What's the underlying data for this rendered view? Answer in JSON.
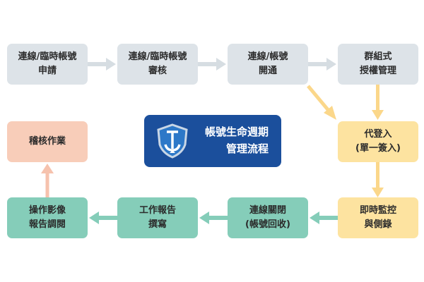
{
  "steps": [
    {
      "line1": "連線/臨時帳號",
      "line2": "申請"
    },
    {
      "line1": "連線/臨時帳號",
      "line2": "審核"
    },
    {
      "line1": "連線/帳號",
      "line2": "開通"
    },
    {
      "line1": "群組式",
      "line2": "授權管理"
    },
    {
      "line1": "代登入",
      "line2": "(單一簽入)"
    },
    {
      "line1": "即時監控",
      "line2": "與側錄"
    },
    {
      "line1": "連線關閉",
      "line2": "(帳號回收)"
    },
    {
      "line1": "工作報告",
      "line2": "撰寫"
    },
    {
      "line1": "操作影像",
      "line2": "報告調閱"
    },
    {
      "line1": "稽核作業"
    }
  ],
  "badge": {
    "line1": "帳號生命週期",
    "line2": "管理流程"
  },
  "colors": {
    "gray": "#dde3e8",
    "yellow": "#fde3a0",
    "green": "#85cdb9",
    "pink": "#f8cdb9",
    "blue": "#1b4f9c"
  }
}
